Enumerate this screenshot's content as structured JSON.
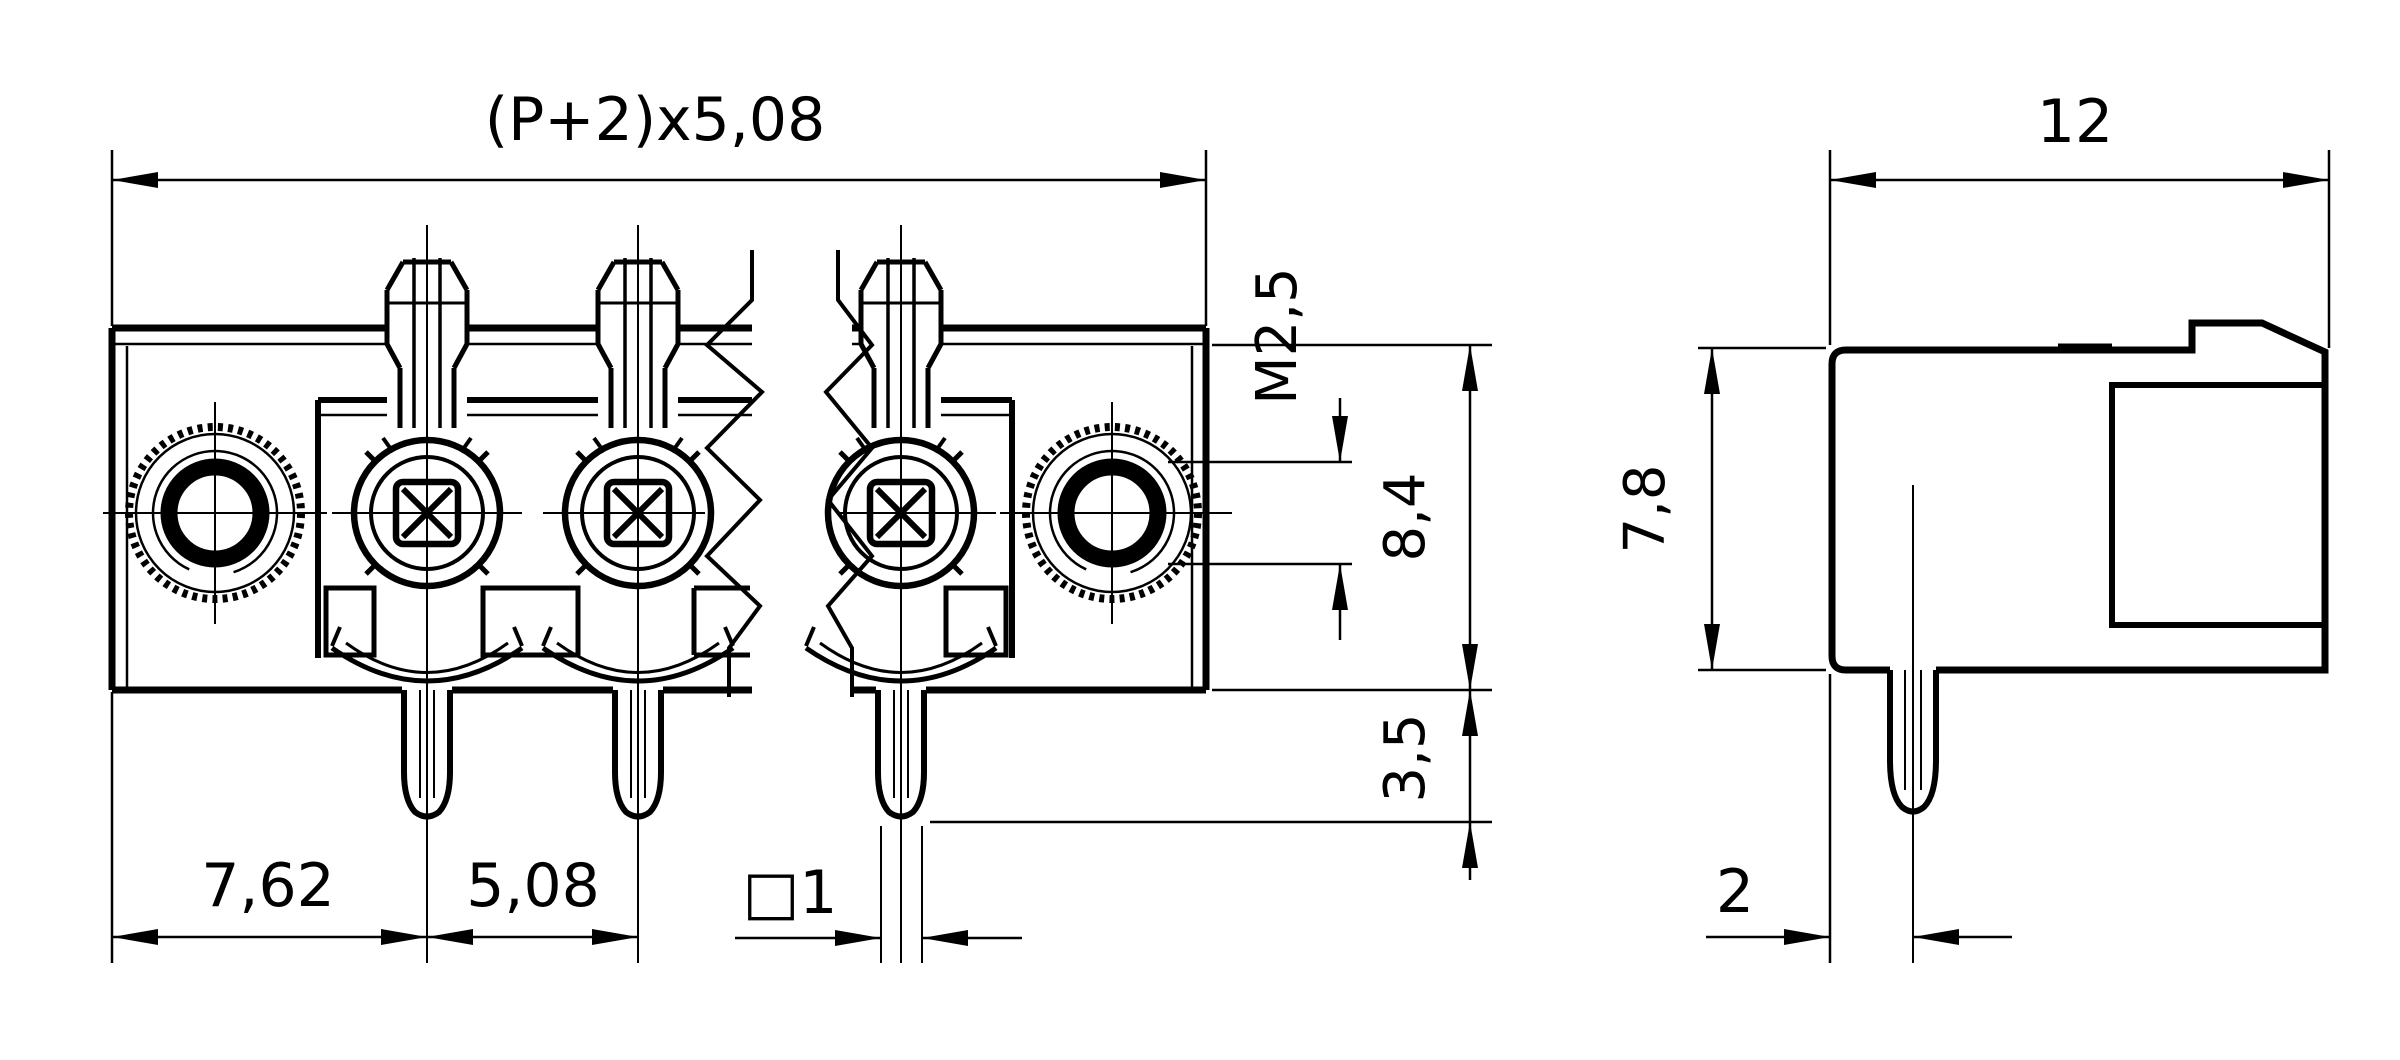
{
  "drawing": {
    "type": "technical-dimension-drawing",
    "part": "pin header terminal block, front view with break lines and side view",
    "colors": {
      "line": "#000000",
      "background": "#ffffff"
    },
    "views": [
      {
        "id": "front-view",
        "description": "front view with 3 pins, 2 knurled screw flanges, break lines"
      },
      {
        "id": "side-view",
        "description": "side profile view with single pin"
      }
    ]
  },
  "dimensions": {
    "pitch_total": {
      "label": "(P+2)x5,08"
    },
    "thread": {
      "label": "M2,5"
    },
    "body_height": {
      "label": "8,4"
    },
    "pin_length": {
      "label": "3,5"
    },
    "edge_to_pin": {
      "label": "7,62"
    },
    "pitch": {
      "label": "5,08"
    },
    "pin_square": {
      "label": "□1"
    },
    "depth": {
      "label": "12"
    },
    "side_height": {
      "label": "7,8"
    },
    "pin_offset": {
      "label": "2"
    }
  }
}
